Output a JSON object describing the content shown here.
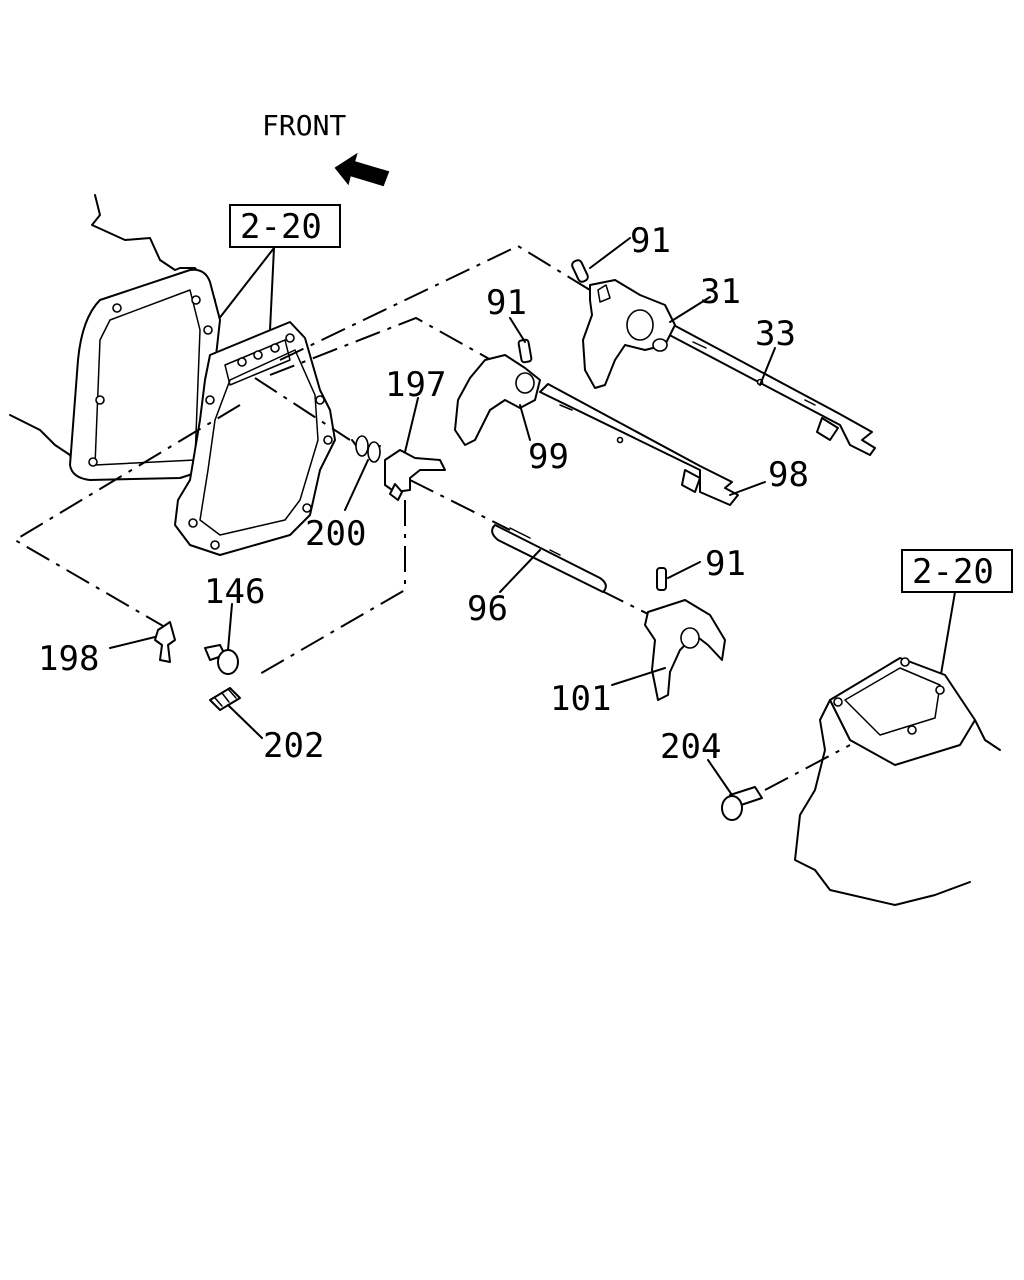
{
  "front_label": "FRONT",
  "references": {
    "left": "2-20",
    "right": "2-20"
  },
  "parts": [
    {
      "id": "p91a",
      "label": "91"
    },
    {
      "id": "p31",
      "label": "31"
    },
    {
      "id": "p33",
      "label": "33"
    },
    {
      "id": "p91b",
      "label": "91"
    },
    {
      "id": "p197",
      "label": "197"
    },
    {
      "id": "p99",
      "label": "99"
    },
    {
      "id": "p98",
      "label": "98"
    },
    {
      "id": "p200",
      "label": "200"
    },
    {
      "id": "p146",
      "label": "146"
    },
    {
      "id": "p198",
      "label": "198"
    },
    {
      "id": "p91c",
      "label": "91"
    },
    {
      "id": "p96",
      "label": "96"
    },
    {
      "id": "p101",
      "label": "101"
    },
    {
      "id": "p202",
      "label": "202"
    },
    {
      "id": "p204",
      "label": "204"
    }
  ]
}
